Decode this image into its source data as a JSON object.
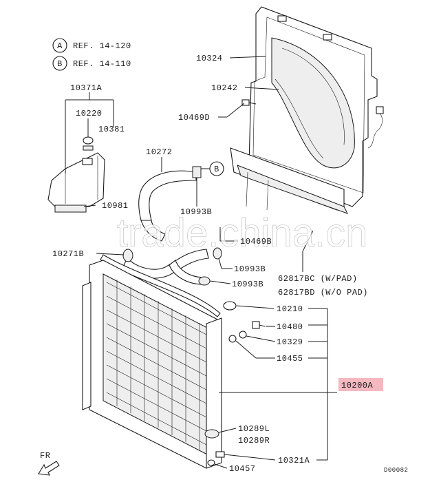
{
  "refs": [
    {
      "letter": "A",
      "text": "REF. 14-120"
    },
    {
      "letter": "B",
      "text": "REF. 14-110"
    }
  ],
  "labels": {
    "fan_shroud": "10324",
    "shroud_lower": "10242",
    "bolt_d": "10469D",
    "reserve_tank": "10371A",
    "cap": "10220",
    "tank_hose": "10381",
    "upper_hose": "10272",
    "ref_b": "B",
    "clamp_b": "10993B",
    "tank_bracket": "10981",
    "lower_hose": "10271B",
    "bolt_b": "10469B",
    "clamp_b2": "10993B",
    "clamp_b3": "10993B",
    "pad_bc": "62817BC  (W/PAD)",
    "pad_bd": "62817BD  (W/O PAD)",
    "radiator_cap": "10210",
    "drain_plug": "10480",
    "bracket_329": "10329",
    "mount_455": "10455",
    "radiator_assy": "10200A",
    "cushion_l": "10289L",
    "cushion_r": "10289R",
    "bracket_321a": "10321A",
    "bolt_457": "10457",
    "fr": "FR",
    "diagram_id": "D00082"
  },
  "colors": {
    "highlight": "#f5b8c0",
    "ink": "#1a1a1a"
  },
  "watermark": "trade.china.cn"
}
